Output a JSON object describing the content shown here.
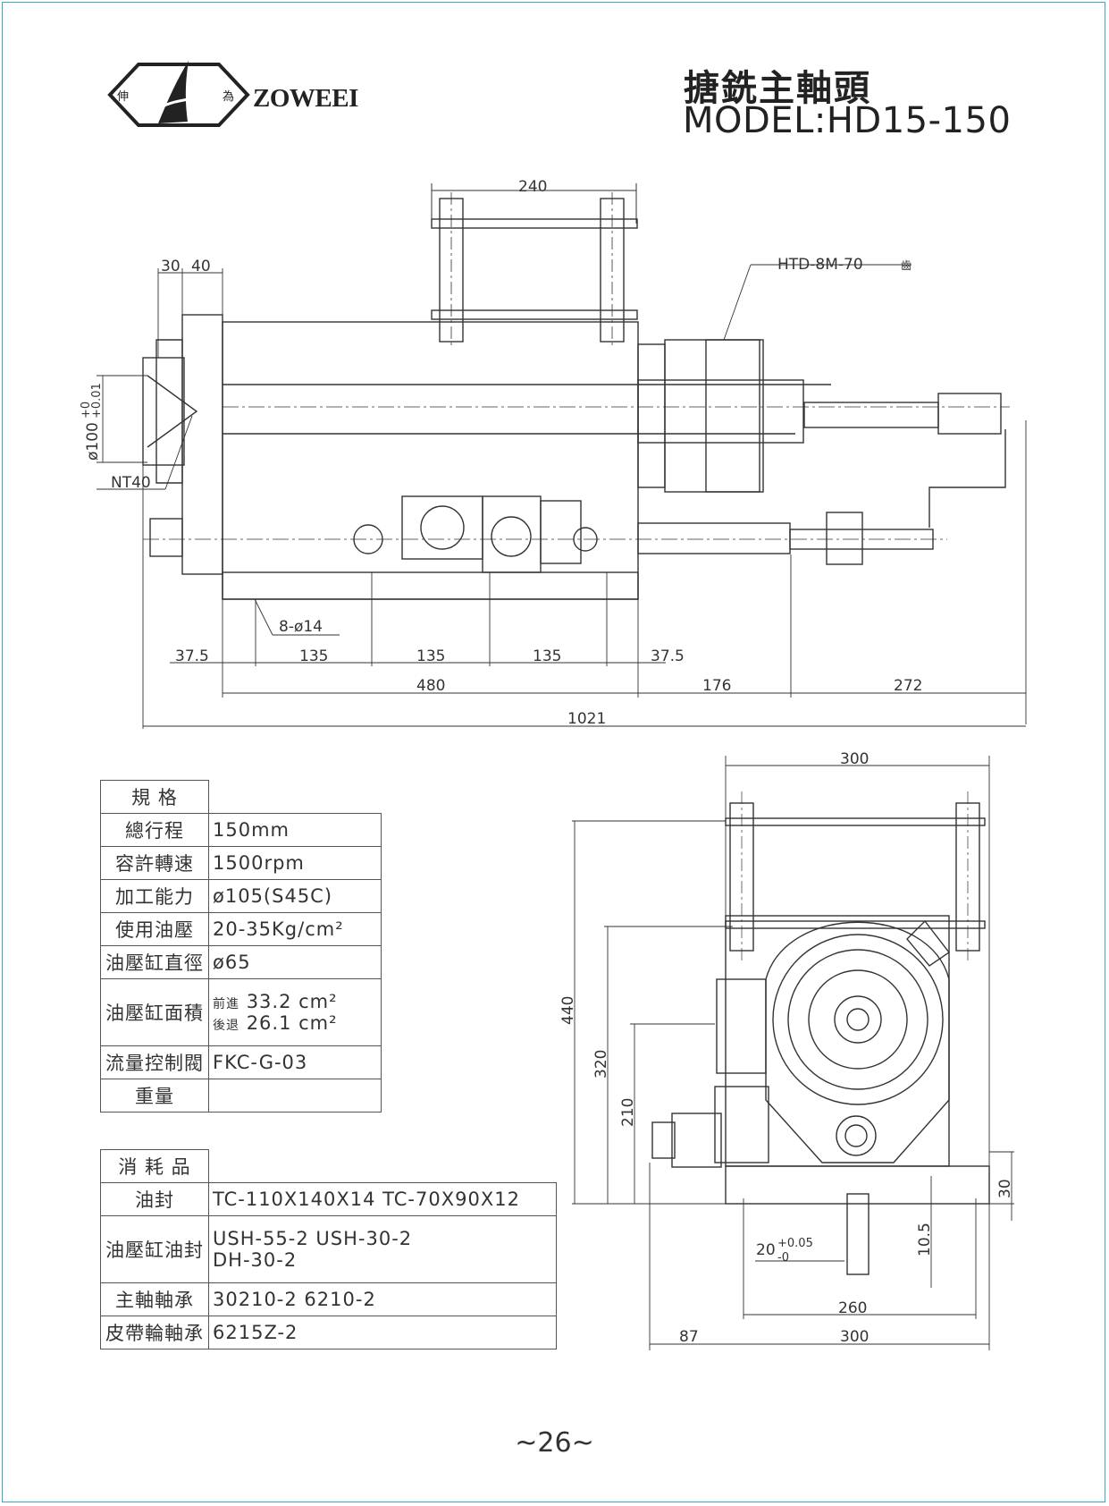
{
  "brand": {
    "name": "ZOWEEI",
    "logo_text_left": "伸",
    "logo_text_right": "為"
  },
  "title": {
    "cn": "搪銑主軸頭",
    "model": "MODEL:HD15-150"
  },
  "side_view": {
    "dims": {
      "top_width": "240",
      "left_a": "30",
      "left_b": "40",
      "belt": "HTD-8M-70",
      "belt_tooth": "齒",
      "bore": "ø100",
      "bore_tol_upper": "+0",
      "bore_tol_lower": "+0.01",
      "taper": "NT40",
      "holes": "8-ø14",
      "seg": [
        "37.5",
        "135",
        "135",
        "135",
        "37.5"
      ],
      "base": "480",
      "mid": "176",
      "right": "272",
      "total": "1021"
    }
  },
  "front_view": {
    "dims": {
      "width_top": "300",
      "h440": "440",
      "h320": "320",
      "h210": "210",
      "h30": "30",
      "h10_5": "10.5",
      "slot": "20",
      "slot_tol_upper": "+0.05",
      "slot_tol_lower": "-0",
      "bolt_span": "260",
      "offset": "87",
      "width_bottom": "300"
    }
  },
  "specs": {
    "header": "規 格",
    "rows": [
      {
        "k": "總行程",
        "v": "150mm"
      },
      {
        "k": "容許轉速",
        "v": "1500rpm"
      },
      {
        "k": "加工能力",
        "v": "ø105(S45C)"
      },
      {
        "k": "使用油壓",
        "v": "20-35Kg/cm²"
      },
      {
        "k": "油壓缸直徑",
        "v": "ø65"
      }
    ],
    "area": {
      "k": "油壓缸面積",
      "fwd_label": "前進",
      "fwd": "33.2 cm²",
      "back_label": "後退",
      "back": "26.1 cm²"
    },
    "rows2": [
      {
        "k": "流量控制閥",
        "v": "FKC-G-03"
      },
      {
        "k": "重量",
        "v": ""
      }
    ]
  },
  "consumables": {
    "header": "消 耗 品",
    "rows": [
      {
        "k": "油封",
        "v": "TC-110X140X14    TC-70X90X12"
      },
      {
        "k": "油壓缸油封",
        "v": "USH-55-2    USH-30-2",
        "v2": "DH-30-2"
      },
      {
        "k": "主軸軸承",
        "v": "30210-2        6210-2"
      },
      {
        "k": "皮帶輪軸承",
        "v": "6215Z-2"
      }
    ]
  },
  "page_number": "~26~"
}
